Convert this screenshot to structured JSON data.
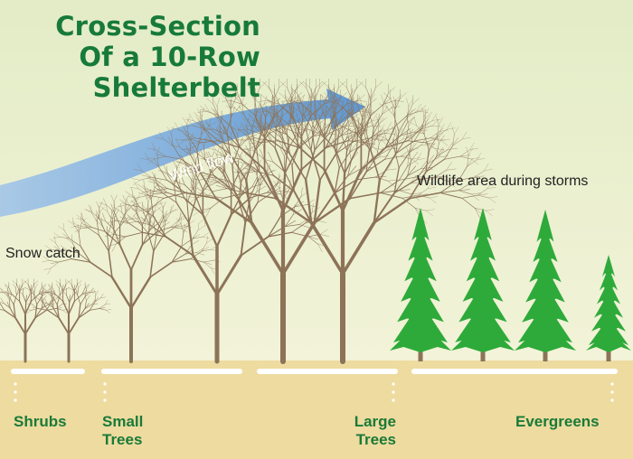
{
  "title": {
    "line1": "Cross-Section",
    "line2": "Of a 10-Row",
    "line3": "Shelterbelt"
  },
  "annotations": {
    "wind_flow": "Wind flow",
    "snow_catch": "Snow catch",
    "wildlife_area": "Wildlife area during storms"
  },
  "categories": [
    {
      "id": "shrubs",
      "lines": [
        "Shrubs"
      ]
    },
    {
      "id": "small-trees",
      "lines": [
        "Small",
        "Trees"
      ]
    },
    {
      "id": "large-trees",
      "lines": [
        "Large",
        "Trees"
      ]
    },
    {
      "id": "evergreens",
      "lines": [
        "Evergreens"
      ]
    }
  ],
  "colors": {
    "sky_top": "#e4edc9",
    "sky_bottom": "#f1f3d6",
    "ground": "#eedba0",
    "arrow": "#6aa0d6",
    "bare_tree": "#8d7358",
    "evergreen": "#2eaa3a",
    "label_green": "#1a7a38"
  }
}
